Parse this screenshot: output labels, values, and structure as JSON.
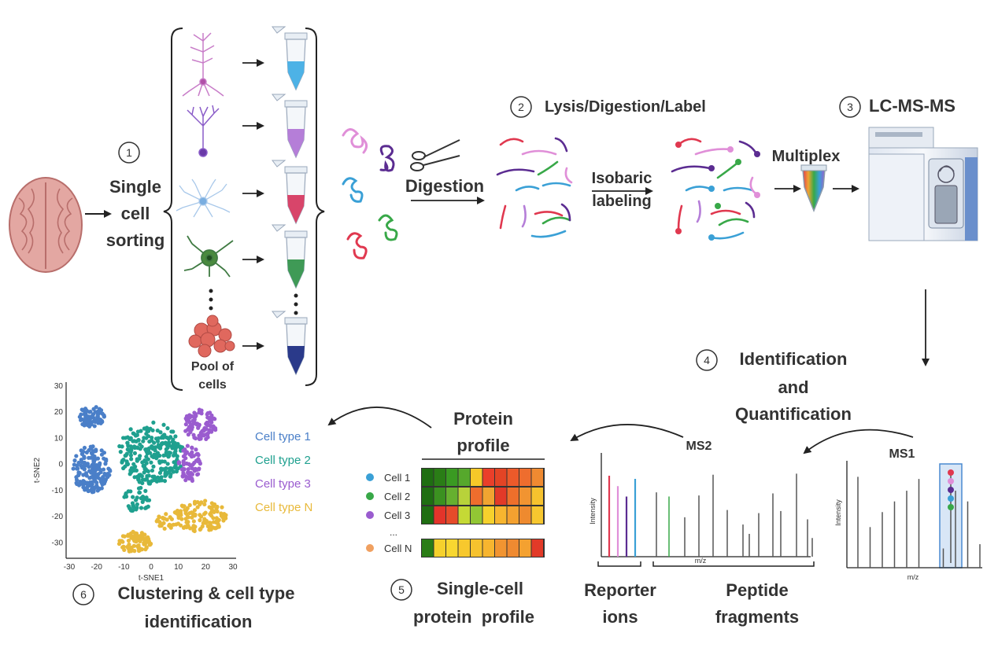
{
  "steps": {
    "s1": {
      "num": "1",
      "lines": [
        "Single",
        "cell",
        "sorting"
      ]
    },
    "s2": {
      "num": "2",
      "label": "Lysis/Digestion/Label"
    },
    "s3": {
      "num": "3",
      "label": "LC-MS-MS"
    },
    "s4": {
      "num": "4",
      "lines": [
        "Identification",
        "and",
        "Quantification"
      ]
    },
    "s5": {
      "num": "5",
      "lines": [
        "Single-cell",
        "protein  profile"
      ]
    },
    "s6": {
      "num": "6",
      "lines": [
        "Clustering & cell type",
        "identification"
      ]
    }
  },
  "labels": {
    "pool_of_cells": [
      "Pool of",
      "cells"
    ],
    "digestion": "Digestion",
    "isobaric_labeling": [
      "Isobaric",
      "labeling"
    ],
    "multiplex": "Multiplex",
    "ms1": "MS1",
    "ms2": "MS2",
    "intensity": "Intensity",
    "mz": "m/z",
    "reporter_ions": [
      "Reporter",
      "ions"
    ],
    "peptide_fragments": [
      "Peptide",
      "fragments"
    ],
    "protein_profile": [
      "Protein",
      "profile"
    ],
    "tsne_x": "t-SNE1",
    "tsne_y": "t-SNE2",
    "ellipsis": "..."
  },
  "colors": {
    "red": "#e0384f",
    "violet": "#b57ed8",
    "pink": "#e08fd8",
    "purple": "#5b2c91",
    "blue": "#3aa0d6",
    "green": "#38a848",
    "cluster1": "#4a7fc8",
    "cluster2": "#1fa08f",
    "cluster3": "#9a5ccf",
    "clusterN": "#e8b93a"
  },
  "heatmap": {
    "rows": [
      {
        "label": "Cell 1",
        "dot": "#3aa0d6",
        "cells": [
          "#1f6e12",
          "#2a7d16",
          "#3a9a22",
          "#56a82c",
          "#f6c829",
          "#ea3f2a",
          "#e34425",
          "#ec5a2a",
          "#ee6d2e",
          "#ef8a31"
        ]
      },
      {
        "label": "Cell 2",
        "dot": "#38a848",
        "cells": [
          "#1f6e12",
          "#3b9120",
          "#66b02f",
          "#b8d23a",
          "#ef6d2d",
          "#f0a431",
          "#e23a28",
          "#ee6f2b",
          "#f19431",
          "#f6c22e"
        ]
      },
      {
        "label": "Cell 3",
        "dot": "#9a5ccf",
        "cells": [
          "#1f6e12",
          "#e3342a",
          "#e64b2a",
          "#c5d935",
          "#92c634",
          "#f6d12c",
          "#f7b52f",
          "#f4a130",
          "#ee8a2f",
          "#f7c72f"
        ]
      },
      {
        "label": "Cell N",
        "dot": "#f0a060",
        "cells": [
          "#2a7d16",
          "#f6d12c",
          "#f8d730",
          "#f7c82d",
          "#f6c22e",
          "#f7b52f",
          "#f19431",
          "#ef8a31",
          "#f4a130",
          "#e23a28"
        ]
      }
    ],
    "ellipsis": "..."
  },
  "chart_data": [
    {
      "type": "scatter",
      "title": "",
      "xlabel": "t-SNE1",
      "ylabel": "t-SNE2",
      "xlim": [
        -30,
        30
      ],
      "ylim": [
        -35,
        30
      ],
      "xticks": [
        -30,
        -20,
        -10,
        0,
        10,
        20,
        30
      ],
      "yticks": [
        -30,
        -20,
        -10,
        0,
        10,
        20,
        30
      ],
      "series": [
        {
          "name": "Cell type 1",
          "color": "#4a7fc8",
          "clusters": [
            {
              "cx": -22,
              "cy": 18,
              "rx": 5,
              "ry": 4,
              "n": 70
            },
            {
              "cx": -22,
              "cy": -2,
              "rx": 7,
              "ry": 9,
              "n": 160
            }
          ]
        },
        {
          "name": "Cell type 2",
          "color": "#1fa08f",
          "clusters": [
            {
              "cx": 0,
              "cy": 4,
              "rx": 12,
              "ry": 12,
              "n": 260
            },
            {
              "cx": -5,
              "cy": -14,
              "rx": 5,
              "ry": 5,
              "n": 40
            }
          ]
        },
        {
          "name": "Cell type 3",
          "color": "#9a5ccf",
          "clusters": [
            {
              "cx": 18,
              "cy": 15,
              "rx": 6,
              "ry": 6,
              "n": 90
            },
            {
              "cx": 14,
              "cy": 0,
              "rx": 4,
              "ry": 7,
              "n": 70
            }
          ]
        },
        {
          "name": "Cell type N",
          "color": "#e8b93a",
          "clusters": [
            {
              "cx": -6,
              "cy": -30,
              "rx": 6,
              "ry": 4,
              "n": 90
            },
            {
              "cx": 6,
              "cy": -22,
              "rx": 4,
              "ry": 3,
              "n": 25
            },
            {
              "cx": 18,
              "cy": -20,
              "rx": 10,
              "ry": 6,
              "n": 120
            }
          ]
        }
      ]
    },
    {
      "type": "bar",
      "title": "MS1",
      "xlabel": "m/z",
      "ylabel": "Intensity",
      "values": [
        0.85,
        0.38,
        0.52,
        0.62,
        0.72,
        0.83,
        0.18,
        0.72,
        0.62,
        0.22
      ]
    },
    {
      "type": "bar",
      "title": "MS2",
      "xlabel": "m/z",
      "ylabel": "Intensity",
      "reporter_values": [
        0.78,
        0.68,
        0.58,
        0.75
      ],
      "reporter_colors": [
        "#e0384f",
        "#e08fd8",
        "#5b2c91",
        "#3aa0d6"
      ],
      "fragment_values": [
        0.62,
        0.58,
        0.38,
        0.59,
        0.79,
        0.45,
        0.31,
        0.22,
        0.42,
        0.61,
        0.44,
        0.8,
        0.36,
        0.18
      ]
    }
  ]
}
